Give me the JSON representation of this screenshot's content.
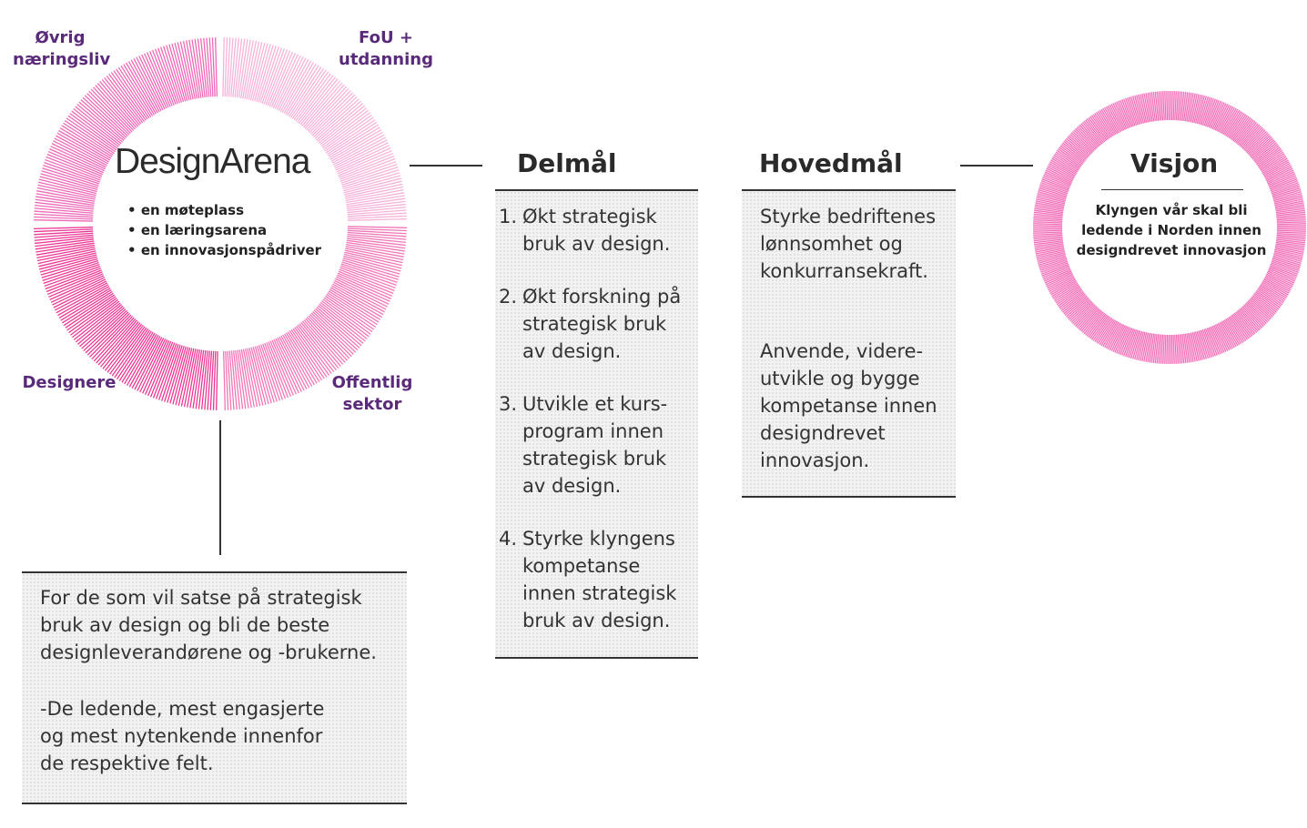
{
  "arena": {
    "brand": "DesignArena",
    "bullets": [
      "en møteplass",
      "en læringsarena",
      "en innovasjonspådriver"
    ],
    "segments": {
      "top_left": [
        "Øvrig",
        "næringsliv"
      ],
      "top_right": [
        "FoU +",
        "utdanning"
      ],
      "bottom_left": [
        "Designere"
      ],
      "bottom_right": [
        "Offentlig",
        "sektor"
      ]
    },
    "colors": {
      "top_left": "#ee69b8",
      "top_right": "#f6b3da",
      "bottom_left": "#ec3794",
      "bottom_right": "#f176b8",
      "label": "#5a2a7a"
    }
  },
  "target_group": {
    "p1": "For de som vil satse på strategisk bruk av design og bli de beste designleverandørene og -brukerne.",
    "p2": "-De ledende, mest engasjerte og mest nytenkende innenfor de respektive felt."
  },
  "delmal": {
    "title": "Delmål",
    "items": [
      {
        "num": "1.",
        "text": "Økt strategisk bruk av design."
      },
      {
        "num": "2.",
        "text": "Økt forskning på strategisk bruk av design."
      },
      {
        "num": "3.",
        "text": "Utvikle et kurs-program innen strategisk bruk av design."
      },
      {
        "num": "4.",
        "text": "Styrke klyngens kompetanse innen strategisk bruk av design."
      }
    ]
  },
  "hovedmal": {
    "title": "Hovedmål",
    "p1": "Styrke bedriftenes lønnsomhet og konkurransekraft.",
    "p2": "Anvende, videre-utvikle og bygge kompetanse innen designdrevet innovasjon."
  },
  "visjon": {
    "title": "Visjon",
    "text": "Klyngen vår skal bli ledende i Norden innen designdrevet innovasjon",
    "color": "#f069b5"
  }
}
